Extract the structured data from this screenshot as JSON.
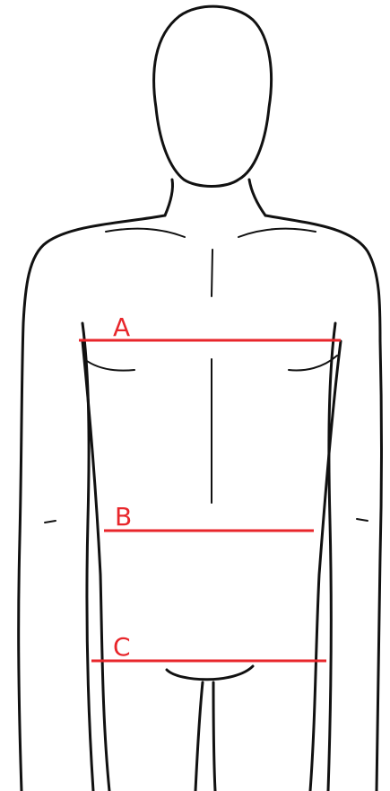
{
  "measurements": [
    {
      "label": "A"
    },
    {
      "label": "B"
    },
    {
      "label": "C"
    }
  ],
  "colors": {
    "measure": "#e8262b",
    "outline": "#111111",
    "background": "#ffffff"
  }
}
